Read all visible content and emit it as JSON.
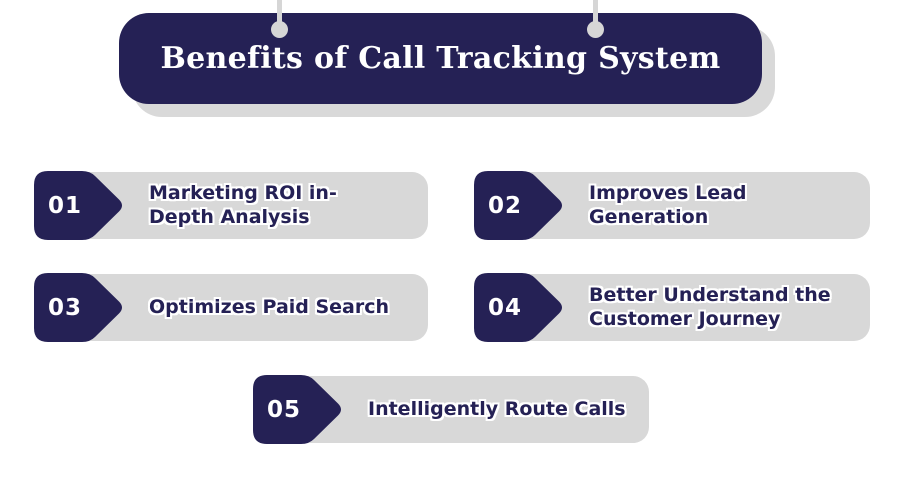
{
  "title": {
    "text": "Benefits of Call Tracking System"
  },
  "items": [
    {
      "number": "01",
      "label": "Marketing ROI in-\nDepth Analysis"
    },
    {
      "number": "02",
      "label": "Improves Lead\nGeneration"
    },
    {
      "number": "03",
      "label": "Optimizes Paid Search"
    },
    {
      "number": "04",
      "label": "Better Understand the\nCustomer Journey"
    },
    {
      "number": "05",
      "label": "Intelligently Route Calls"
    }
  ],
  "colors": {
    "navy": "#252155",
    "bar_gray": "#d8d8d8",
    "pin_gray": "#d6d6d6",
    "banner_shadow_gray": "#d9d9d9",
    "text_white": "#ffffff"
  }
}
